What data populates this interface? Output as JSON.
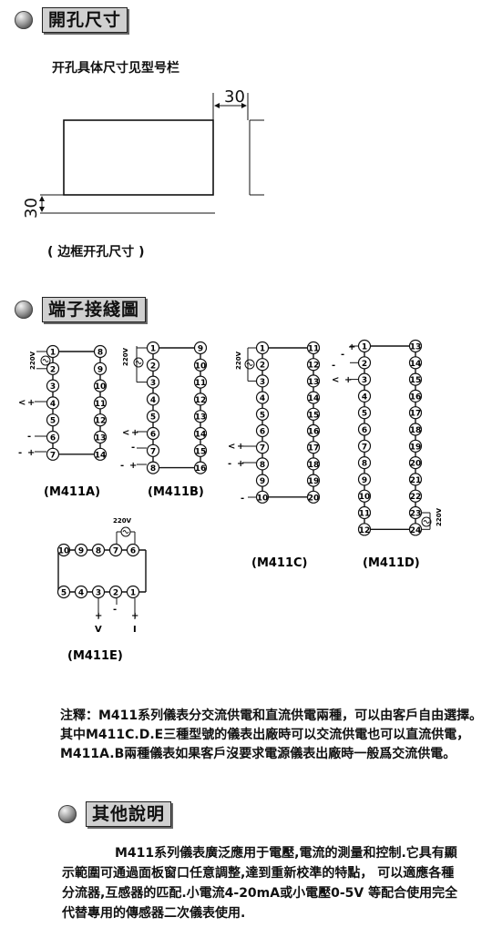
{
  "sections": {
    "cutout": {
      "title": "開孔尺寸"
    },
    "wiring": {
      "title": "端子接綫圖"
    },
    "other": {
      "title": "其他說明"
    }
  },
  "cutout": {
    "note": "开孔具体尺寸见型号栏",
    "dim_right": "30",
    "dim_left": "30",
    "caption": "( 边框开孔尺寸 )"
  },
  "wiring": {
    "models": {
      "a": "(M411A)",
      "b": "(M411B)",
      "c": "(M411C)",
      "d": "(M411D)",
      "e": "(M411E)"
    },
    "supply_label": "220V",
    "signs": {
      "plus": "+",
      "minus": "-",
      "arrow": "<",
      "v": "V",
      "i": "I"
    }
  },
  "notes": {
    "remark": "注釋：M411系列儀表分交流供電和直流供電兩種，可以由客戶自由選擇。其中M411C.D.E三種型號的儀表出廠時可以交流供電也可以直流供電，M411A.B兩種儀表如果客戶沒要求電源儀表出廠時一般爲交流供電。",
    "description": "M411系列儀表廣泛應用于電壓,電流的測量和控制.它具有顯示範圍可通過面板窗口任意調整,達到重新校準的特點， 可以適應各種分流器,互感器的匹配.小電流4-20mA或小電壓0-5V 等配合使用完全代替專用的傳感器二次儀表使用."
  }
}
